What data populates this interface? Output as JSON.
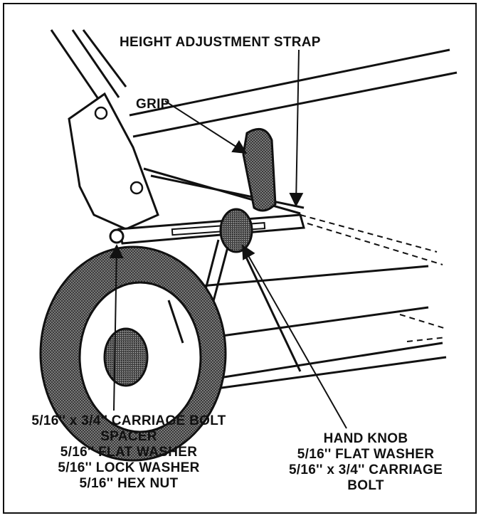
{
  "labels": {
    "height_strap": "HEIGHT ADJUSTMENT STRAP",
    "grip": "GRIP",
    "left_stack": [
      "5/16'' x 3/4'' CARRIAGE BOLT",
      "SPACER",
      "5/16'' FLAT WASHER",
      "5/16'' LOCK WASHER",
      "5/16'' HEX NUT"
    ],
    "right_stack": [
      "HAND KNOB",
      "5/16'' FLAT WASHER",
      "5/16'' x 3/4'' CARRIAGE",
      "BOLT"
    ]
  },
  "colors": {
    "ink": "#111111",
    "paper": "#ffffff",
    "tire": "#5a5a5a"
  }
}
